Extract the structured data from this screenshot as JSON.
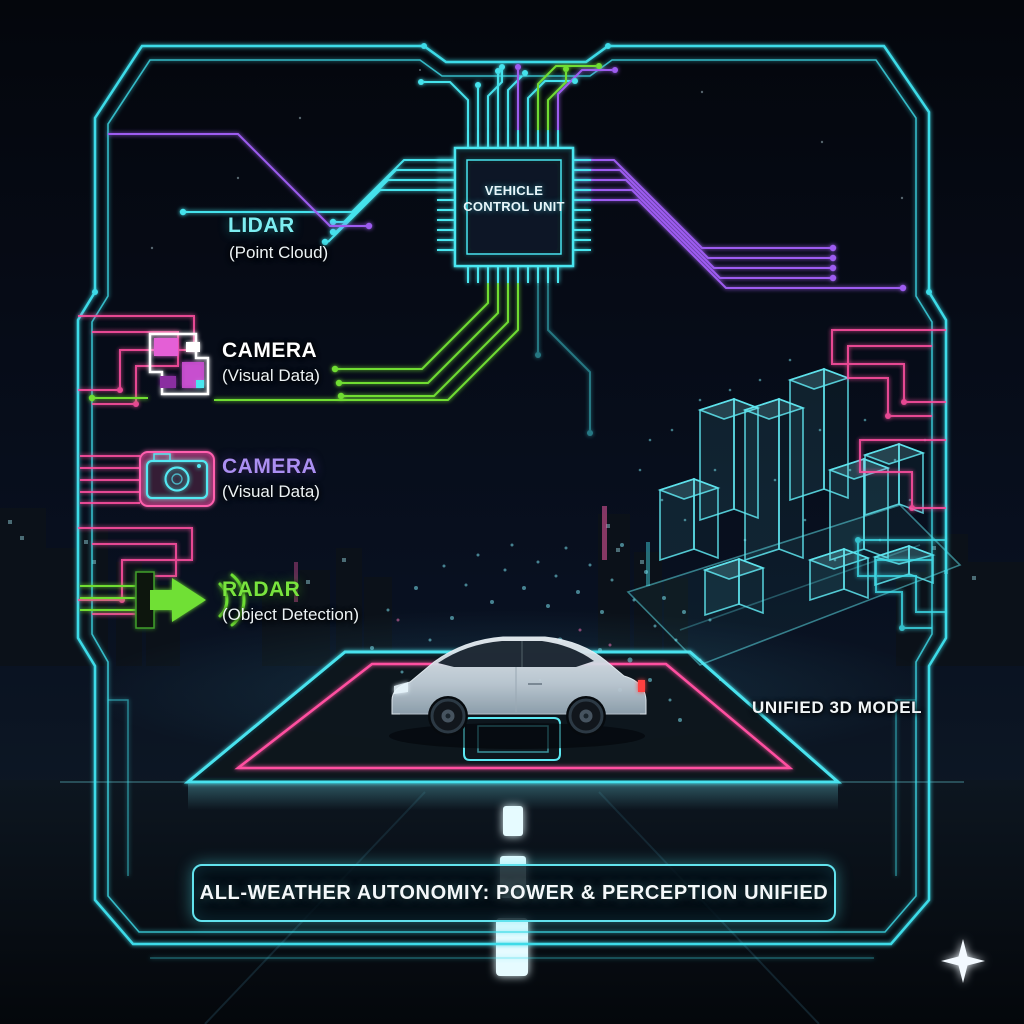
{
  "banner": {
    "text": "ALL-WEATHER AUTONOMIY: POWER & PERCEPTION UNIFIED"
  },
  "chip": {
    "line1": "VEHICLE",
    "line2": "CONTROL UNIT"
  },
  "sensors": [
    {
      "id": "lidar",
      "name": "LIDAR",
      "detail": "(Point Cloud)",
      "color": "#7deef2"
    },
    {
      "id": "camera-top",
      "name": "CAMERA",
      "detail": "(Visual Data)",
      "color": "#ffffff"
    },
    {
      "id": "camera-mid",
      "name": "CAMERA",
      "detail": "(Visual Data)",
      "color": "#ab8ff2"
    },
    {
      "id": "radar",
      "name": "RADAR",
      "detail": "(Object Detection)",
      "color": "#79e43e"
    }
  ],
  "model_label": "UNIFIED 3D MODEL",
  "icons": {
    "chip": "vehicle-control-unit-chip",
    "camera_pixel": "camera-pixel-icon",
    "camera_outline": "camera-outline-icon",
    "radar_arrow": "radar-arrow-icon",
    "city_model": "wireframe-city-3d-model",
    "car": "autonomous-car-illustration",
    "sparkle": "sparkle-icon"
  },
  "colors": {
    "background": "#04070d",
    "cyan": "#3fdde8",
    "magenta": "#ff4fa0",
    "purple": "#9d5cf0",
    "green": "#6fdd33",
    "banner_border": "#62e3ee",
    "platform_edge": "#49e2ee",
    "platform_inner": "#ff4fa0"
  }
}
